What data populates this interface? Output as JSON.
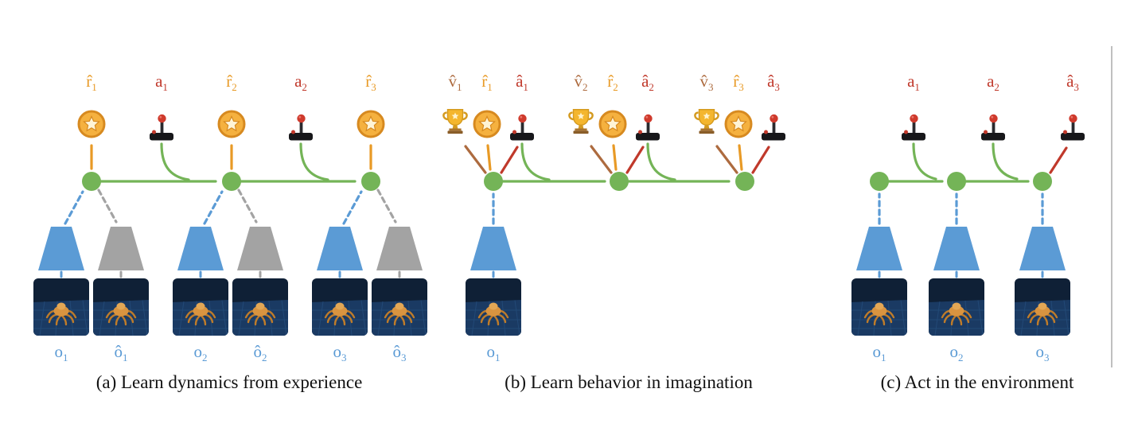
{
  "colors": {
    "green": "#74b457",
    "blue": "#5b9bd5",
    "gray": "#a3a3a3",
    "orange": "#e89a26",
    "red": "#c0392b",
    "brown": "#ad6b3f",
    "coin_gold": "#f5b13f",
    "trophy_gold": "#f4b62e",
    "joystick_black": "#17171a",
    "image_bg": "#0f2036",
    "robot_orange": "#d99440",
    "caption_text": "#111111",
    "page_edge": "#bfbfbf"
  },
  "icons": {
    "reward": "coin-star-icon",
    "action": "joystick-icon",
    "value": "trophy-icon",
    "latent_state": "green-state-node",
    "encoder": "blue-trapezoid-icon",
    "decoder": "gray-trapezoid-icon",
    "observation": "robot-observation-image"
  },
  "panels": [
    {
      "caption": "(a) Learn dynamics from experience",
      "top_labels": [
        {
          "base": "r̂",
          "sub": "1"
        },
        {
          "base": "a",
          "sub": "1"
        },
        {
          "base": "r̂",
          "sub": "2"
        },
        {
          "base": "a",
          "sub": "2"
        },
        {
          "base": "r̂",
          "sub": "3"
        }
      ],
      "obs_labels": [
        {
          "base": "o",
          "sub": "1"
        },
        {
          "base": "ô",
          "sub": "1"
        },
        {
          "base": "o",
          "sub": "2"
        },
        {
          "base": "ô",
          "sub": "2"
        },
        {
          "base": "o",
          "sub": "3"
        },
        {
          "base": "ô",
          "sub": "3"
        }
      ]
    },
    {
      "caption": "(b) Learn behavior in imagination",
      "top_labels": [
        {
          "base": "v̂",
          "sub": "1"
        },
        {
          "base": "r̂",
          "sub": "1"
        },
        {
          "base": "â",
          "sub": "1"
        },
        {
          "base": "v̂",
          "sub": "2"
        },
        {
          "base": "r̂",
          "sub": "2"
        },
        {
          "base": "â",
          "sub": "2"
        },
        {
          "base": "v̂",
          "sub": "3"
        },
        {
          "base": "r̂",
          "sub": "3"
        },
        {
          "base": "â",
          "sub": "3"
        }
      ],
      "obs_labels": [
        {
          "base": "o",
          "sub": "1"
        }
      ]
    },
    {
      "caption": "(c) Act in the environment",
      "top_labels": [
        {
          "base": "a",
          "sub": "1"
        },
        {
          "base": "a",
          "sub": "2"
        },
        {
          "base": "â",
          "sub": "3"
        }
      ],
      "obs_labels": [
        {
          "base": "o",
          "sub": "1"
        },
        {
          "base": "o",
          "sub": "2"
        },
        {
          "base": "o",
          "sub": "3"
        }
      ]
    }
  ]
}
